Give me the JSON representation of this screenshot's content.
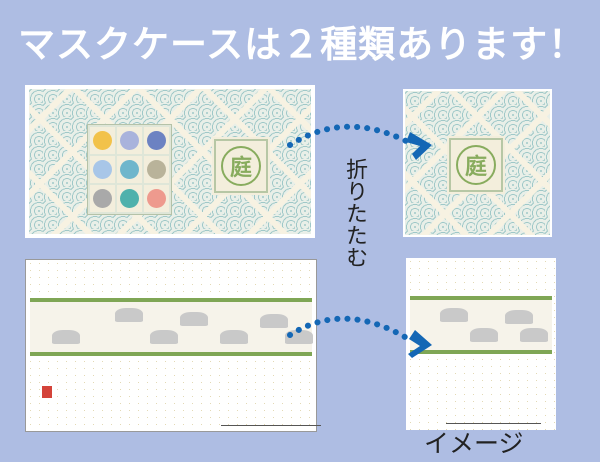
{
  "title": "マスクケースは２種類あります！",
  "fold_label": "折りたたむ",
  "image_label": "イメージ",
  "emblem_char": "庭",
  "colors": {
    "background": "#aebde3",
    "arrow": "#1467b5",
    "band_green": "#7fa655",
    "emblem_green": "#88ac5e"
  },
  "crest_colors": [
    "#f2c24a",
    "#a9b3dc",
    "#6c82c2",
    "#a8c6e8",
    "#6fb6cc",
    "#b9b39a",
    "#a9a9a9",
    "#4fb1ac",
    "#ee9a8e"
  ],
  "icons": {
    "arrow": "dotted-curved-arrow-icon"
  }
}
